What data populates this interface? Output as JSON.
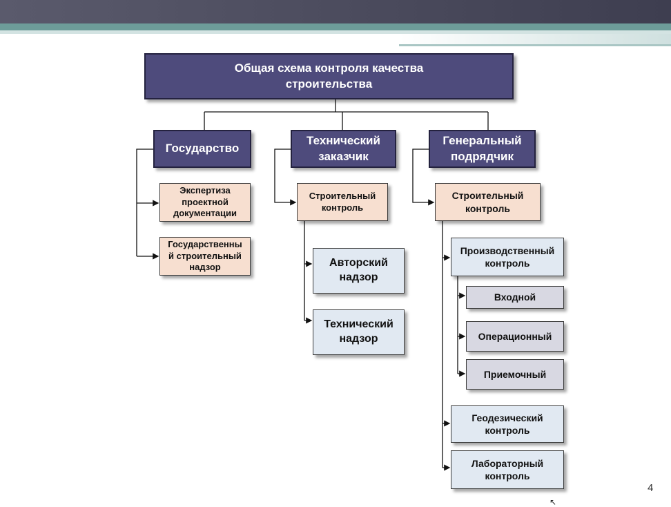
{
  "title": "Общая схема контроля качества\nстроительства",
  "columns": {
    "state": {
      "label": "Государство",
      "children": [
        "Экспертиза\nпроектной\nдокументации",
        "Государственны\nй строительный\nнадзор"
      ]
    },
    "customer": {
      "label": "Технический\nзаказчик",
      "control": "Строительный\nконтроль",
      "children": [
        "Авторский\nнадзор",
        "Технический\nнадзор"
      ]
    },
    "contractor": {
      "label": "Генеральный\nподрядчик",
      "control": "Строительный\nконтроль",
      "production": {
        "label": "Производственный\nконтроль",
        "children": [
          "Входной",
          "Операционный",
          "Приемочный"
        ]
      },
      "others": [
        "Геодезический\nконтроль",
        "Лабораторный\nконтроль"
      ]
    }
  },
  "page_number": "4",
  "colors": {
    "header_band_dark": "#4a4a5e",
    "header_band_teal": "#6d9c99",
    "dark_box": "#4e4b7c",
    "peach_box": "#f7dfd0",
    "light_box": "#e1e9f2",
    "gray_box": "#d8d8e2"
  }
}
